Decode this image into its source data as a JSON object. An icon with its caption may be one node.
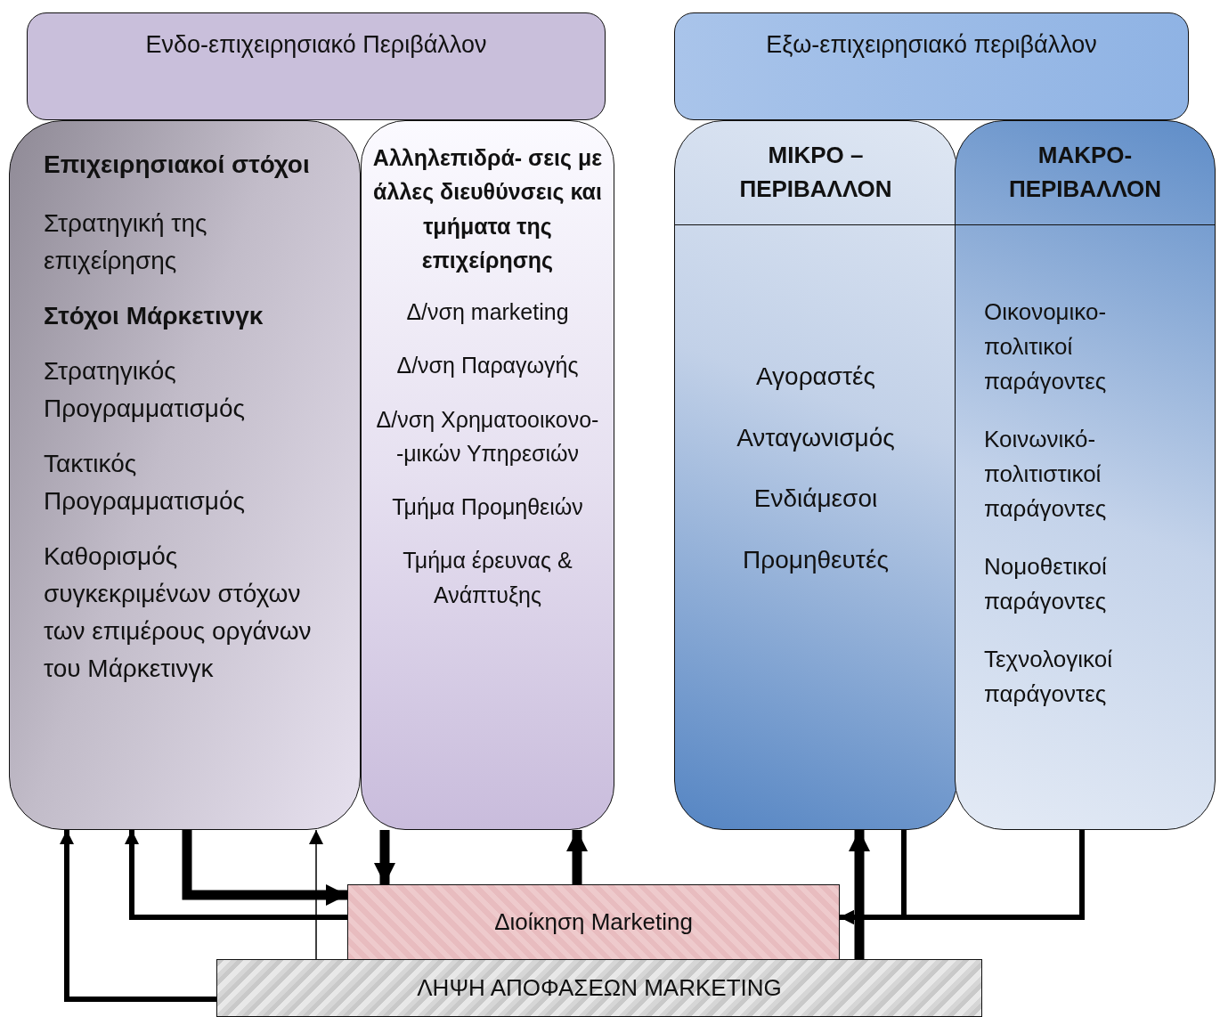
{
  "diagram": {
    "nodes": [
      {
        "text": [
          "Ενδο-επιχειρησιακό Περιβάλλον"
        ]
      },
      {
        "text": [
          "Επιχειρησιακοί στόχοι",
          "Στρατηγική της επιχείρησης",
          "Στόχοι Μάρκετινγκ",
          "Στρατηγικός Προγραμματισμός",
          "Τακτικός Προγραμματισμός",
          "Καθορισμός συγκεκριμένων στόχων των επιμέρους οργάνων του Μάρκετινγκ"
        ]
      },
      {
        "text": [
          "Αλληλεπιδρά- σεις με άλλες διευθύνσεις και τμήματα της επιχείρησης",
          "Δ/νση marketing",
          "Δ/νση Παραγωγής",
          "Δ/νση Χρηματοοικονο- -μικών Υπηρεσιών",
          "Τμήμα Προμηθειών",
          "Τμήμα έρευνας & Ανάπτυξης"
        ]
      },
      {
        "text": [
          "Εξω-επιχειρησιακό περιβάλλον"
        ]
      },
      {
        "text": [
          "ΜΙΚΡΟ – ΠΕΡΙΒΑΛΛΟΝ",
          "Αγοραστές",
          "Ανταγωνισμός",
          "Ενδιάμεσοι",
          "Προμηθευτές"
        ]
      },
      {
        "text": [
          "ΜΑΚΡΟ- ΠΕΡΙΒΑΛΛΟΝ",
          "Οικονομικο- πολιτικοί παράγοντες",
          "Κοινωνικό- πολιτιστικοί παράγοντες",
          "Νομοθετικοί παράγοντες",
          "Τεχνολογικοί παράγοντες"
        ]
      },
      {
        "text": [
          "Διοίκηση  Marketing"
        ]
      },
      {
        "text": [
          "ΛΗΨΗ ΑΠΟΦΑΣΕΩΝ MARKETING"
        ]
      }
    ],
    "edges": [
      {
        "from": 1,
        "to": 6,
        "arrow": "to",
        "style": "thick"
      },
      {
        "from": 6,
        "to": 1,
        "arrow": "to"
      },
      {
        "from": 7,
        "to": 1,
        "arrow": "to"
      },
      {
        "from": 7,
        "to": 1,
        "arrow": "to"
      },
      {
        "from": 2,
        "to": 6,
        "arrow": "to",
        "style": "thick"
      },
      {
        "from": 6,
        "to": 2,
        "arrow": "to",
        "style": "thick"
      },
      {
        "from": 7,
        "to": 4,
        "arrow": "to",
        "style": "thick"
      },
      {
        "from": 4,
        "to": 6,
        "arrow": "to"
      },
      {
        "from": 5,
        "to": 6,
        "arrow": "to"
      }
    ]
  }
}
